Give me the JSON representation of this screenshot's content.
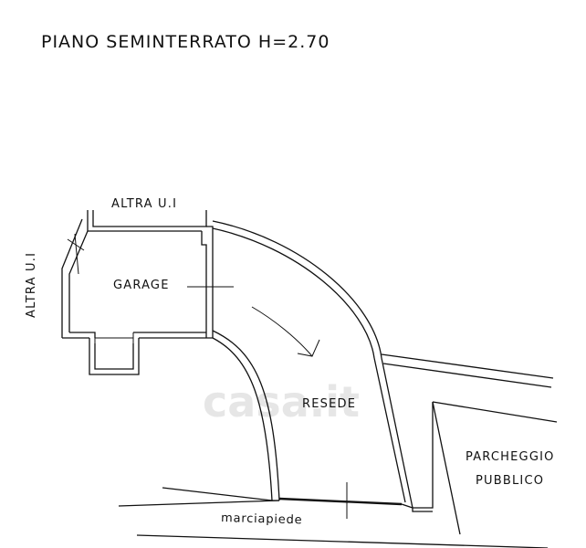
{
  "title": "PIANO SEMINTERRATO H=2.70",
  "labels": {
    "altra_top": "ALTRA U.I",
    "altra_left": "ALTRA U.I",
    "garage": "GARAGE",
    "resede": "RESEDE",
    "parcheggio_line1": "PARCHEGGIO",
    "parcheggio_line2": "PUBBLICO",
    "marciapiede": "marciapiede"
  },
  "watermark": "casa.it"
}
